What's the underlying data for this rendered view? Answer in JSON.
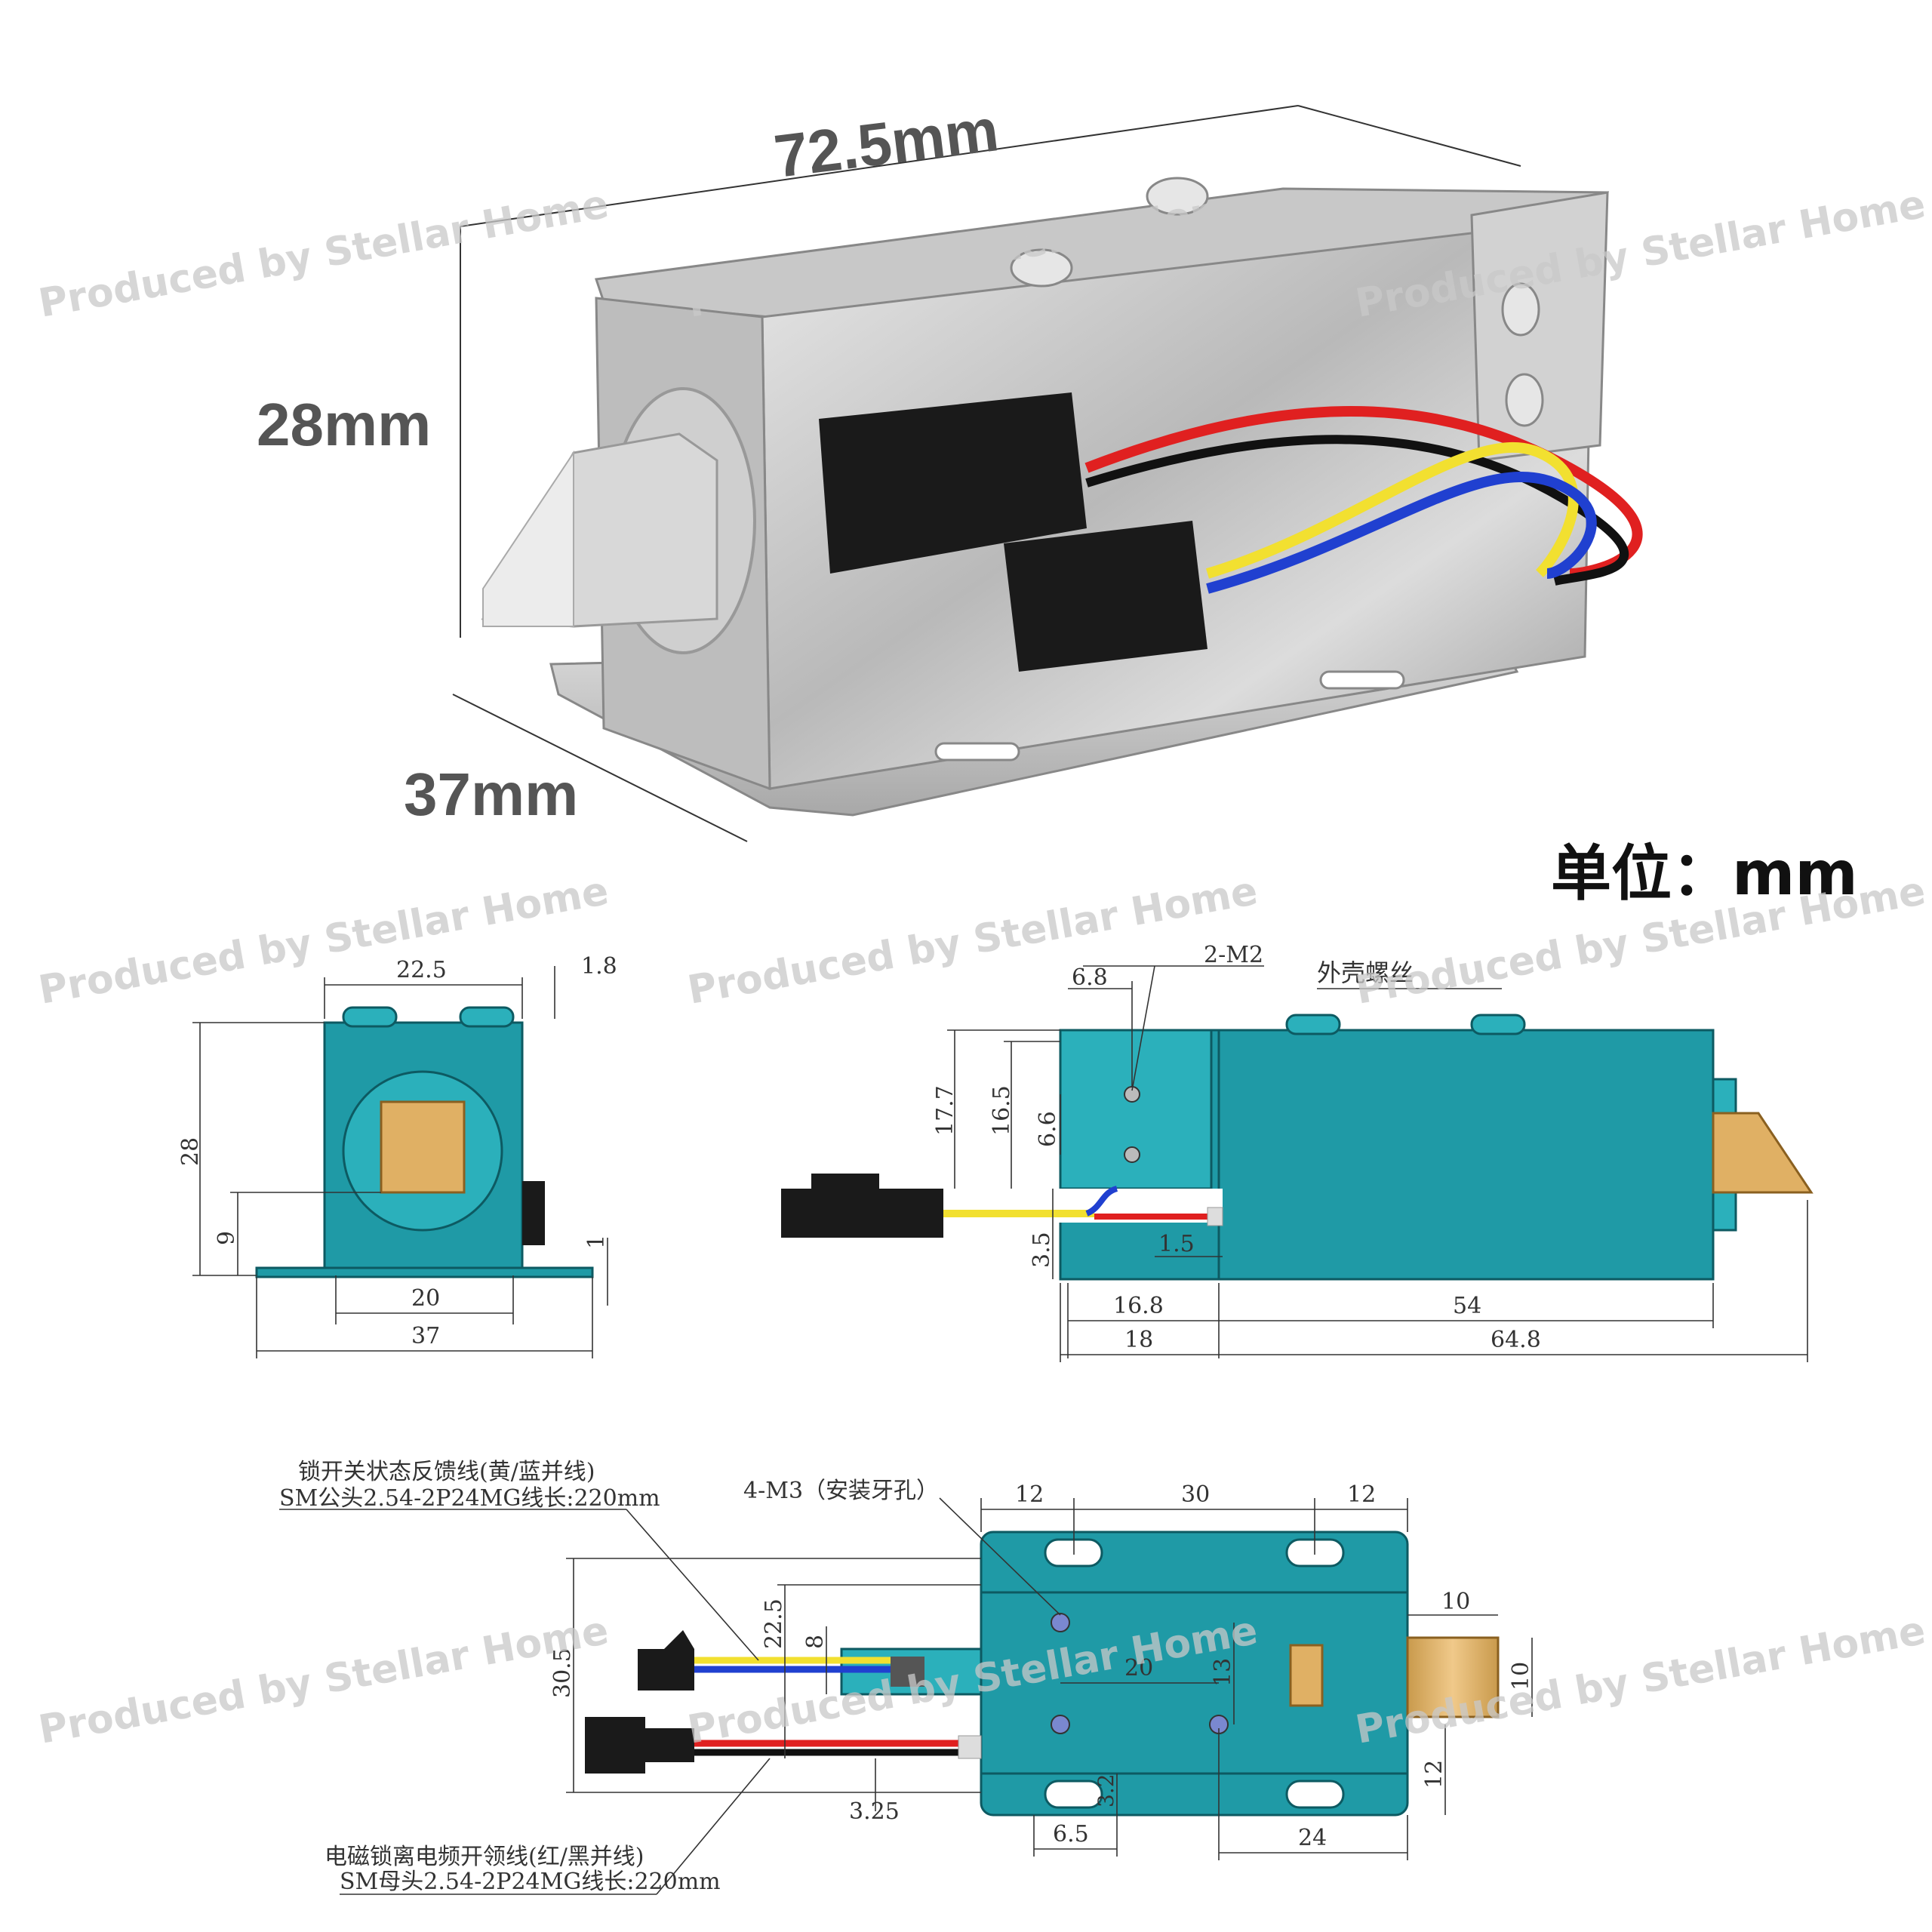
{
  "photo": {
    "length": "72.5mm",
    "height": "28mm",
    "width": "37mm"
  },
  "unit_label": "单位：mm",
  "watermark": "Produced by Stellar Home",
  "front_view": {
    "top_width": "22.5",
    "lip": "1.8",
    "height": "28",
    "bolt_height": "9",
    "plate_thickness": "1",
    "hole_span": "20",
    "base_width": "37"
  },
  "side_view": {
    "screw_label": "2-M2",
    "shell_screw_label": "外壳螺丝",
    "screw_offset": "6.8",
    "h_17_7": "17.7",
    "h_16_5": "16.5",
    "h_6_6": "6.6",
    "h_3_5": "3.5",
    "gap_1_5": "1.5",
    "len_16_8": "16.8",
    "len_54": "54",
    "len_18": "18",
    "len_64_8": "64.8"
  },
  "top_view": {
    "feedback_line1": "锁开关状态反馈线(黄/蓝并线)",
    "feedback_line2": "SM公头2.54-2P24MG线长:220mm",
    "mount_label": "4-M3（安装牙孔）",
    "power_line1": "电磁锁离电频开领线(红/黑并线)",
    "power_line2": "SM母头2.54-2P24MG线长:220mm",
    "d_12a": "12",
    "d_30": "30",
    "d_12b": "12",
    "d_10a": "10",
    "d_10b": "10",
    "d_30_5": "30.5",
    "d_22_5": "22.5",
    "d_8": "8",
    "d_20": "20",
    "d_13": "13",
    "d_12c": "12",
    "d_3_2": "3.2",
    "d_3_25": "3.25",
    "d_6_5": "6.5",
    "d_24": "24"
  },
  "colors": {
    "body_teal": "#1f9aa6",
    "bolt_brass": "#e0b064",
    "wire_red": "#e02020",
    "wire_yellow": "#f2e030",
    "wire_blue": "#2040d0",
    "wire_black": "#111111"
  }
}
